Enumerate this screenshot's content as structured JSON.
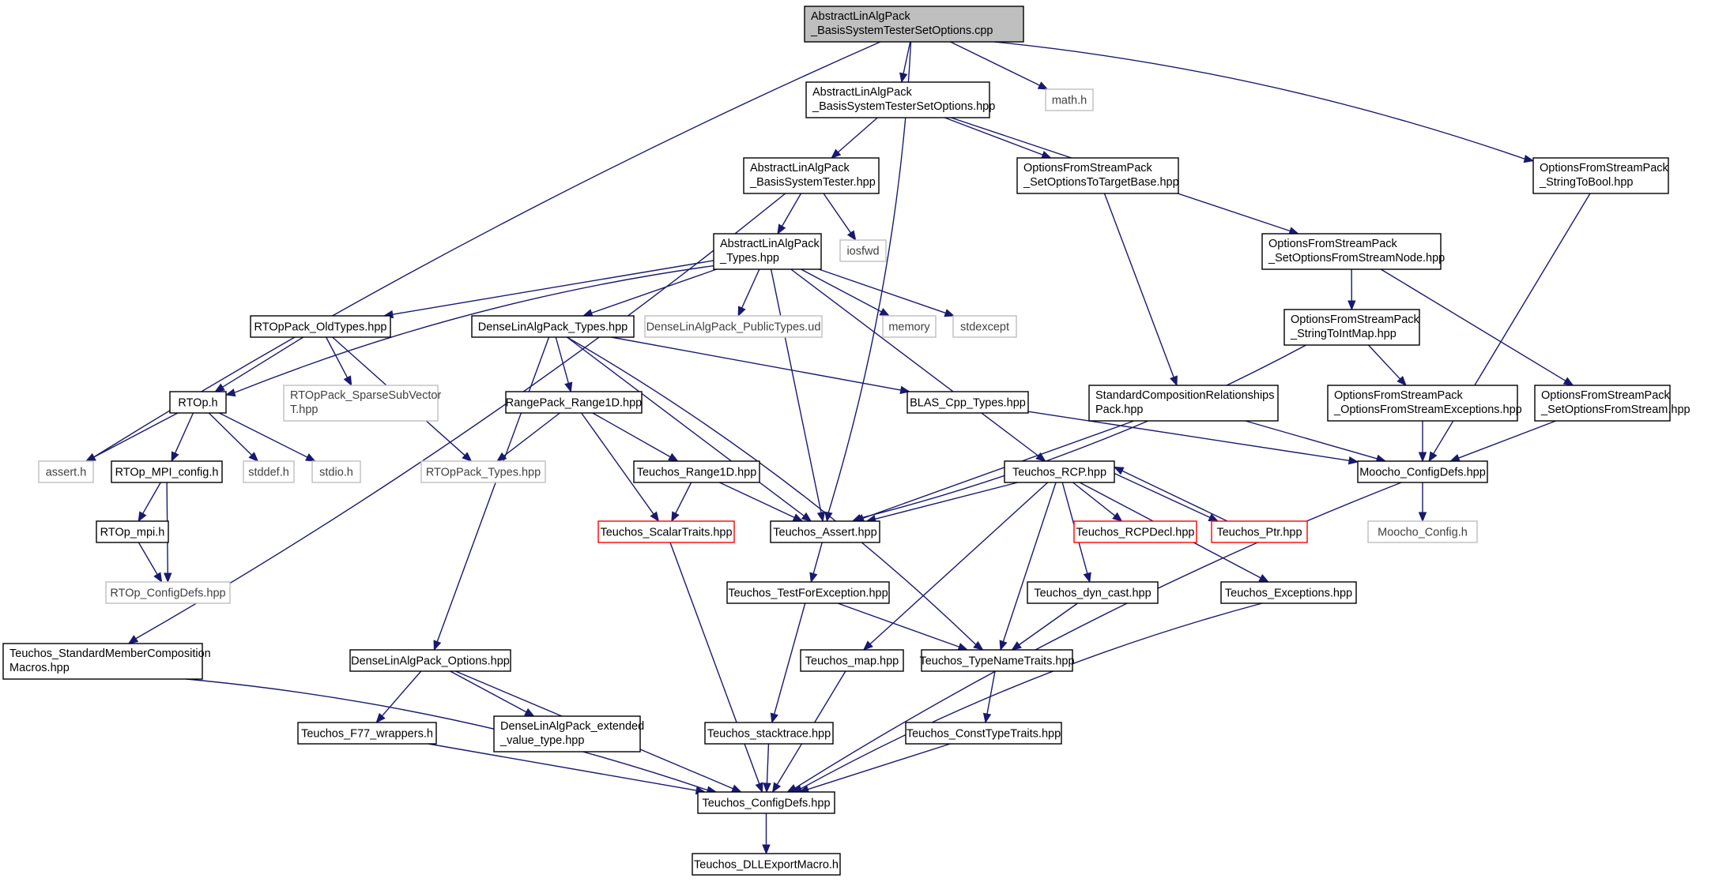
{
  "colors": {
    "edge": "#191970",
    "node_border": "#000000",
    "root_fill": "#bfbfbf",
    "external_border": "#bfbfbf",
    "truncated_border": "#ff0000"
  },
  "nodes": [
    {
      "id": "root",
      "kind": "root",
      "lines": [
        "AbstractLinAlgPack",
        "_BasisSystemTesterSetOptions.cpp"
      ]
    },
    {
      "id": "bsto_hpp",
      "kind": "normal",
      "lines": [
        "AbstractLinAlgPack",
        "_BasisSystemTesterSetOptions.hpp"
      ]
    },
    {
      "id": "math_h",
      "kind": "external",
      "lines": [
        "math.h"
      ]
    },
    {
      "id": "bst_hpp",
      "kind": "normal",
      "lines": [
        "AbstractLinAlgPack",
        "_BasisSystemTester.hpp"
      ]
    },
    {
      "id": "sotb_hpp",
      "kind": "normal",
      "lines": [
        "OptionsFromStreamPack",
        "_SetOptionsToTargetBase.hpp"
      ]
    },
    {
      "id": "stb_hpp",
      "kind": "normal",
      "lines": [
        "OptionsFromStreamPack",
        "_StringToBool.hpp"
      ]
    },
    {
      "id": "ala_types",
      "kind": "normal",
      "lines": [
        "AbstractLinAlgPack",
        "_Types.hpp"
      ]
    },
    {
      "id": "iosfwd",
      "kind": "external",
      "lines": [
        "iosfwd"
      ]
    },
    {
      "id": "sofsn_hpp",
      "kind": "normal",
      "lines": [
        "OptionsFromStreamPack",
        "_SetOptionsFromStreamNode.hpp"
      ]
    },
    {
      "id": "rtop_old",
      "kind": "normal",
      "lines": [
        "RTOpPack_OldTypes.hpp"
      ]
    },
    {
      "id": "dla_types",
      "kind": "normal",
      "lines": [
        "DenseLinAlgPack_Types.hpp"
      ]
    },
    {
      "id": "dla_pub",
      "kind": "external",
      "lines": [
        "DenseLinAlgPack_PublicTypes.ud"
      ]
    },
    {
      "id": "memory",
      "kind": "external",
      "lines": [
        "memory"
      ]
    },
    {
      "id": "stdexcept",
      "kind": "external",
      "lines": [
        "stdexcept"
      ]
    },
    {
      "id": "stim_hpp",
      "kind": "normal",
      "lines": [
        "OptionsFromStreamPack",
        "_StringToIntMap.hpp"
      ]
    },
    {
      "id": "rtop_h",
      "kind": "normal",
      "lines": [
        "RTOp.h"
      ]
    },
    {
      "id": "rtop_ssv",
      "kind": "external",
      "lines": [
        "RTOpPack_SparseSubVector",
        "T.hpp"
      ]
    },
    {
      "id": "rp_range",
      "kind": "normal",
      "lines": [
        "RangePack_Range1D.hpp"
      ]
    },
    {
      "id": "blas_types",
      "kind": "normal",
      "lines": [
        "BLAS_Cpp_Types.hpp"
      ]
    },
    {
      "id": "scrp_hpp",
      "kind": "normal",
      "lines": [
        "StandardCompositionRelationships",
        "Pack.hpp"
      ]
    },
    {
      "id": "ofse_hpp",
      "kind": "normal",
      "lines": [
        "OptionsFromStreamPack",
        "_OptionsFromStreamExceptions.hpp"
      ]
    },
    {
      "id": "sofs_hpp",
      "kind": "normal",
      "lines": [
        "OptionsFromStreamPack",
        "_SetOptionsFromStream.hpp"
      ]
    },
    {
      "id": "assert_h",
      "kind": "external",
      "lines": [
        "assert.h"
      ]
    },
    {
      "id": "rtop_mpi_cfg",
      "kind": "normal",
      "lines": [
        "RTOp_MPI_config.h"
      ]
    },
    {
      "id": "stddef",
      "kind": "external",
      "lines": [
        "stddef.h"
      ]
    },
    {
      "id": "stdio",
      "kind": "external",
      "lines": [
        "stdio.h"
      ]
    },
    {
      "id": "rtop_types",
      "kind": "external",
      "lines": [
        "RTOpPack_Types.hpp"
      ]
    },
    {
      "id": "t_range",
      "kind": "normal",
      "lines": [
        "Teuchos_Range1D.hpp"
      ]
    },
    {
      "id": "t_rcp",
      "kind": "normal",
      "lines": [
        "Teuchos_RCP.hpp"
      ]
    },
    {
      "id": "moocho_cfg",
      "kind": "normal",
      "lines": [
        "Moocho_ConfigDefs.hpp"
      ]
    },
    {
      "id": "rtop_mpi",
      "kind": "normal",
      "lines": [
        "RTOp_mpi.h"
      ]
    },
    {
      "id": "t_scalar",
      "kind": "truncated",
      "lines": [
        "Teuchos_ScalarTraits.hpp"
      ]
    },
    {
      "id": "t_assert",
      "kind": "normal",
      "lines": [
        "Teuchos_Assert.hpp"
      ]
    },
    {
      "id": "t_rcpdecl",
      "kind": "truncated",
      "lines": [
        "Teuchos_RCPDecl.hpp"
      ]
    },
    {
      "id": "t_ptr",
      "kind": "truncated",
      "lines": [
        "Teuchos_Ptr.hpp"
      ]
    },
    {
      "id": "moocho_config_h",
      "kind": "external",
      "lines": [
        "Moocho_Config.h"
      ]
    },
    {
      "id": "rtop_cfgdefs",
      "kind": "external",
      "lines": [
        "RTOp_ConfigDefs.hpp"
      ]
    },
    {
      "id": "t_tfe",
      "kind": "normal",
      "lines": [
        "Teuchos_TestForException.hpp"
      ]
    },
    {
      "id": "t_dyncast",
      "kind": "normal",
      "lines": [
        "Teuchos_dyn_cast.hpp"
      ]
    },
    {
      "id": "t_exc",
      "kind": "normal",
      "lines": [
        "Teuchos_Exceptions.hpp"
      ]
    },
    {
      "id": "t_smcm",
      "kind": "normal",
      "lines": [
        "Teuchos_StandardMemberComposition",
        "Macros.hpp"
      ]
    },
    {
      "id": "dla_opts",
      "kind": "normal",
      "lines": [
        "DenseLinAlgPack_Options.hpp"
      ]
    },
    {
      "id": "t_map",
      "kind": "normal",
      "lines": [
        "Teuchos_map.hpp"
      ]
    },
    {
      "id": "t_tnt",
      "kind": "normal",
      "lines": [
        "Teuchos_TypeNameTraits.hpp"
      ]
    },
    {
      "id": "t_f77",
      "kind": "normal",
      "lines": [
        "Teuchos_F77_wrappers.h"
      ]
    },
    {
      "id": "dla_ext",
      "kind": "normal",
      "lines": [
        "DenseLinAlgPack_extended",
        "_value_type.hpp"
      ]
    },
    {
      "id": "t_stack",
      "kind": "normal",
      "lines": [
        "Teuchos_stacktrace.hpp"
      ]
    },
    {
      "id": "t_ctt",
      "kind": "normal",
      "lines": [
        "Teuchos_ConstTypeTraits.hpp"
      ]
    },
    {
      "id": "t_cfg",
      "kind": "normal",
      "lines": [
        "Teuchos_ConfigDefs.hpp"
      ]
    },
    {
      "id": "t_dll",
      "kind": "normal",
      "lines": [
        "Teuchos_DLLExportMacro.h"
      ]
    }
  ],
  "edges": [
    [
      "root",
      "bsto_hpp"
    ],
    [
      "root",
      "math_h"
    ],
    [
      "root",
      "stb_hpp"
    ],
    [
      "root",
      "assert_h"
    ],
    [
      "root",
      "t_assert"
    ],
    [
      "bsto_hpp",
      "bst_hpp"
    ],
    [
      "bsto_hpp",
      "sotb_hpp"
    ],
    [
      "bsto_hpp",
      "sofsn_hpp"
    ],
    [
      "bst_hpp",
      "ala_types"
    ],
    [
      "bst_hpp",
      "iosfwd"
    ],
    [
      "bst_hpp",
      "t_smcm"
    ],
    [
      "sotb_hpp",
      "scrp_hpp"
    ],
    [
      "stb_hpp",
      "moocho_cfg"
    ],
    [
      "ala_types",
      "rtop_h"
    ],
    [
      "ala_types",
      "rtop_old"
    ],
    [
      "ala_types",
      "dla_types"
    ],
    [
      "ala_types",
      "dla_pub"
    ],
    [
      "ala_types",
      "memory"
    ],
    [
      "ala_types",
      "stdexcept"
    ],
    [
      "ala_types",
      "t_rcp"
    ],
    [
      "ala_types",
      "t_assert"
    ],
    [
      "sofsn_hpp",
      "stim_hpp"
    ],
    [
      "sofsn_hpp",
      "sofs_hpp"
    ],
    [
      "rtop_old",
      "rtop_h"
    ],
    [
      "rtop_old",
      "rtop_ssv"
    ],
    [
      "rtop_old",
      "rtop_types"
    ],
    [
      "dla_types",
      "rp_range"
    ],
    [
      "dla_types",
      "blas_types"
    ],
    [
      "dla_types",
      "dla_opts"
    ],
    [
      "dla_types",
      "t_assert"
    ],
    [
      "dla_types",
      "t_tnt"
    ],
    [
      "stim_hpp",
      "ofse_hpp"
    ],
    [
      "stim_hpp",
      "t_assert"
    ],
    [
      "rtop_h",
      "assert_h"
    ],
    [
      "rtop_h",
      "rtop_mpi_cfg"
    ],
    [
      "rtop_h",
      "stddef"
    ],
    [
      "rtop_h",
      "stdio"
    ],
    [
      "rp_range",
      "rtop_types"
    ],
    [
      "rp_range",
      "t_range"
    ],
    [
      "rp_range",
      "t_scalar"
    ],
    [
      "blas_types",
      "moocho_cfg"
    ],
    [
      "scrp_hpp",
      "t_assert"
    ],
    [
      "scrp_hpp",
      "moocho_cfg"
    ],
    [
      "ofse_hpp",
      "moocho_cfg"
    ],
    [
      "sofs_hpp",
      "moocho_cfg"
    ],
    [
      "rtop_mpi_cfg",
      "rtop_mpi"
    ],
    [
      "rtop_mpi_cfg",
      "rtop_cfgdefs"
    ],
    [
      "rtop_mpi",
      "rtop_cfgdefs"
    ],
    [
      "t_range",
      "t_scalar"
    ],
    [
      "t_range",
      "t_assert"
    ],
    [
      "t_rcp",
      "t_assert"
    ],
    [
      "t_rcp",
      "t_rcpdecl"
    ],
    [
      "t_rcp",
      "t_ptr"
    ],
    [
      "t_rcp",
      "t_dyncast"
    ],
    [
      "t_rcp",
      "t_exc"
    ],
    [
      "t_rcp",
      "t_map"
    ],
    [
      "t_rcp",
      "t_tnt"
    ],
    [
      "t_ptr",
      "t_rcp"
    ],
    [
      "moocho_cfg",
      "moocho_config_h"
    ],
    [
      "moocho_cfg",
      "t_cfg"
    ],
    [
      "t_scalar",
      "t_cfg"
    ],
    [
      "t_assert",
      "t_tfe"
    ],
    [
      "t_tfe",
      "t_tnt"
    ],
    [
      "t_tfe",
      "t_stack"
    ],
    [
      "t_dyncast",
      "t_tnt"
    ],
    [
      "t_exc",
      "t_cfg"
    ],
    [
      "t_smcm",
      "t_cfg"
    ],
    [
      "dla_opts",
      "t_f77"
    ],
    [
      "dla_opts",
      "dla_ext"
    ],
    [
      "dla_opts",
      "t_cfg"
    ],
    [
      "t_map",
      "t_cfg"
    ],
    [
      "t_tnt",
      "t_ctt"
    ],
    [
      "t_f77",
      "t_cfg"
    ],
    [
      "t_stack",
      "t_cfg"
    ],
    [
      "t_ctt",
      "t_cfg"
    ],
    [
      "t_cfg",
      "t_dll"
    ]
  ]
}
